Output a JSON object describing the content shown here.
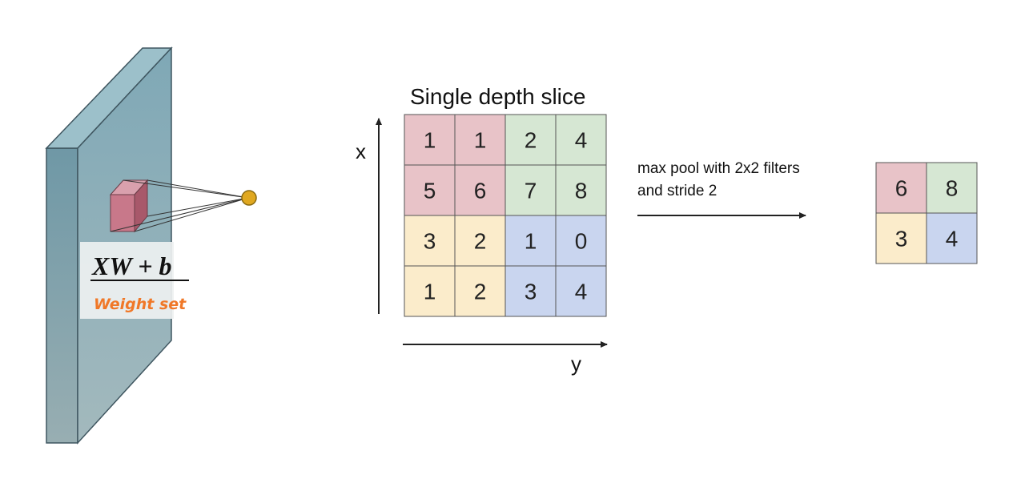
{
  "left_panel": {
    "formula": "XW + b",
    "weight_label": "Weight set",
    "weight_label_color": "#f07828",
    "slab_color": "#8fb1bd",
    "kernel_color": "#c8788a",
    "neuron_color": "#e0a820"
  },
  "pooling": {
    "title": "Single depth slice",
    "axis_x_label": "x",
    "axis_y_label": "y",
    "caption_line1": "max pool with 2x2 filters",
    "caption_line2": "and stride 2",
    "input_grid": [
      [
        "1",
        "1",
        "2",
        "4"
      ],
      [
        "5",
        "6",
        "7",
        "8"
      ],
      [
        "3",
        "2",
        "1",
        "0"
      ],
      [
        "1",
        "2",
        "3",
        "4"
      ]
    ],
    "output_grid": [
      [
        "6",
        "8"
      ],
      [
        "3",
        "4"
      ]
    ],
    "quadrant_colors": {
      "top_left": "#e8c3c8",
      "top_right": "#d6e7d3",
      "bottom_left": "#fbeccb",
      "bottom_right": "#c9d5ef"
    }
  }
}
